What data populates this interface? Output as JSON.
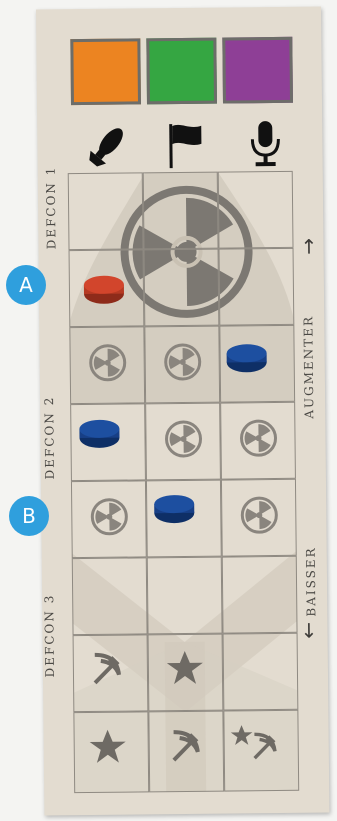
{
  "board": {
    "colors": {
      "orange": "#ec8421",
      "green": "#35a642",
      "purple": "#8e3f96",
      "red_token": "#d2452c",
      "blue_token": "#1d4fa0",
      "badge": "#2f9fdd"
    },
    "icons": [
      "bomb-icon",
      "flag-icon",
      "microphone-icon"
    ],
    "labels": {
      "defcon1": "DEFCON 1",
      "defcon2": "DEFCON 2",
      "defcon3": "DEFCON 3",
      "augmenter": "AUGMENTER",
      "baisser": "BAISSER"
    },
    "badges": {
      "a": "A",
      "b": "B"
    },
    "arrows": {
      "up": "↑",
      "down": "↓"
    }
  }
}
